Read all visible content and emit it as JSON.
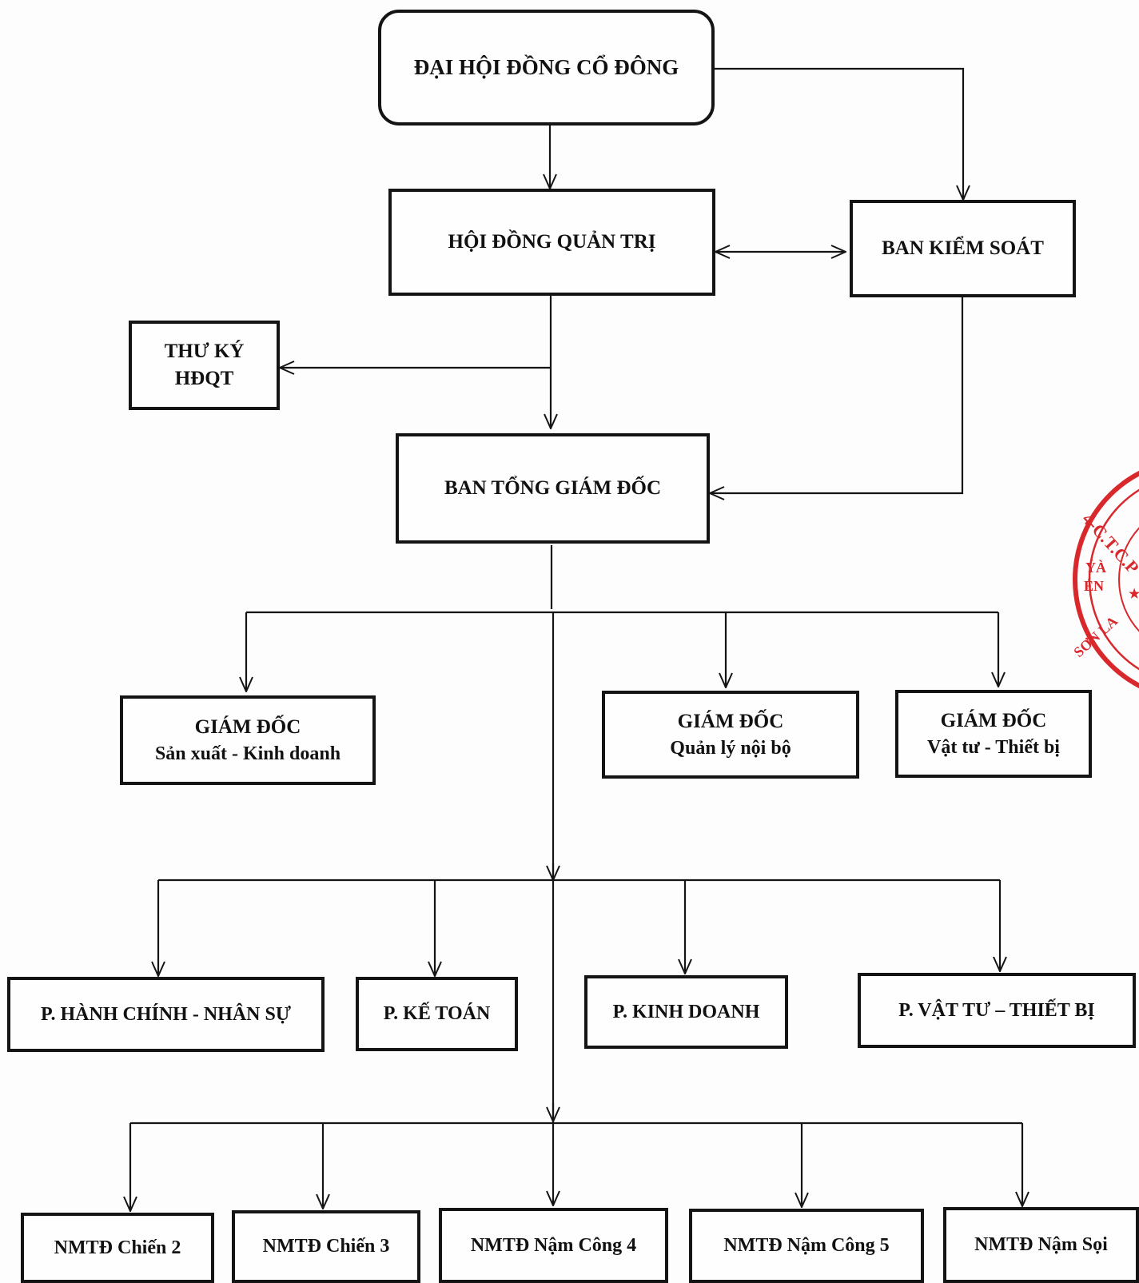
{
  "nodes": {
    "dhdcd": {
      "label": "ĐẠI HỘI ĐỒNG CỔ ĐÔNG"
    },
    "hdqt": {
      "label": "HỘI ĐỒNG QUẢN TRỊ"
    },
    "bks": {
      "label": "BAN KIỂM SOÁT"
    },
    "thuky": {
      "line1": "THƯ KÝ",
      "line2": "HĐQT"
    },
    "btgd": {
      "label": "BAN TỔNG GIÁM ĐỐC"
    },
    "gd_sxkd": {
      "title": "GIÁM ĐỐC",
      "sub": "Sản xuất - Kinh doanh"
    },
    "gd_qlnb": {
      "title": "GIÁM ĐỐC",
      "sub": "Quản lý nội bộ"
    },
    "gd_vttb": {
      "title": "GIÁM ĐỐC",
      "sub": "Vật tư - Thiết bị"
    },
    "p_hcns": {
      "label": "P. HÀNH CHÍNH - NHÂN SỰ"
    },
    "p_kt": {
      "label": "P. KẾ TOÁN"
    },
    "p_kd": {
      "label": "P. KINH DOANH"
    },
    "p_vttb": {
      "label": "P. VẬT TƯ – THIẾT BỊ"
    },
    "nm_c2": {
      "label": "NMTĐ Chiến 2"
    },
    "nm_c3": {
      "label": "NMTĐ Chiến 3"
    },
    "nm_nc4": {
      "label": "NMTĐ Nậm Công 4"
    },
    "nm_nc5": {
      "label": "NMTĐ Nậm Công 5"
    },
    "nm_ns": {
      "label": "NMTĐ Nậm Sọi"
    }
  },
  "stamp": {
    "color": "#d8282c",
    "text_fragments": [
      "4-C.T.C.P",
      "ÝÀ",
      "ÉN",
      "SƠN LA"
    ]
  }
}
